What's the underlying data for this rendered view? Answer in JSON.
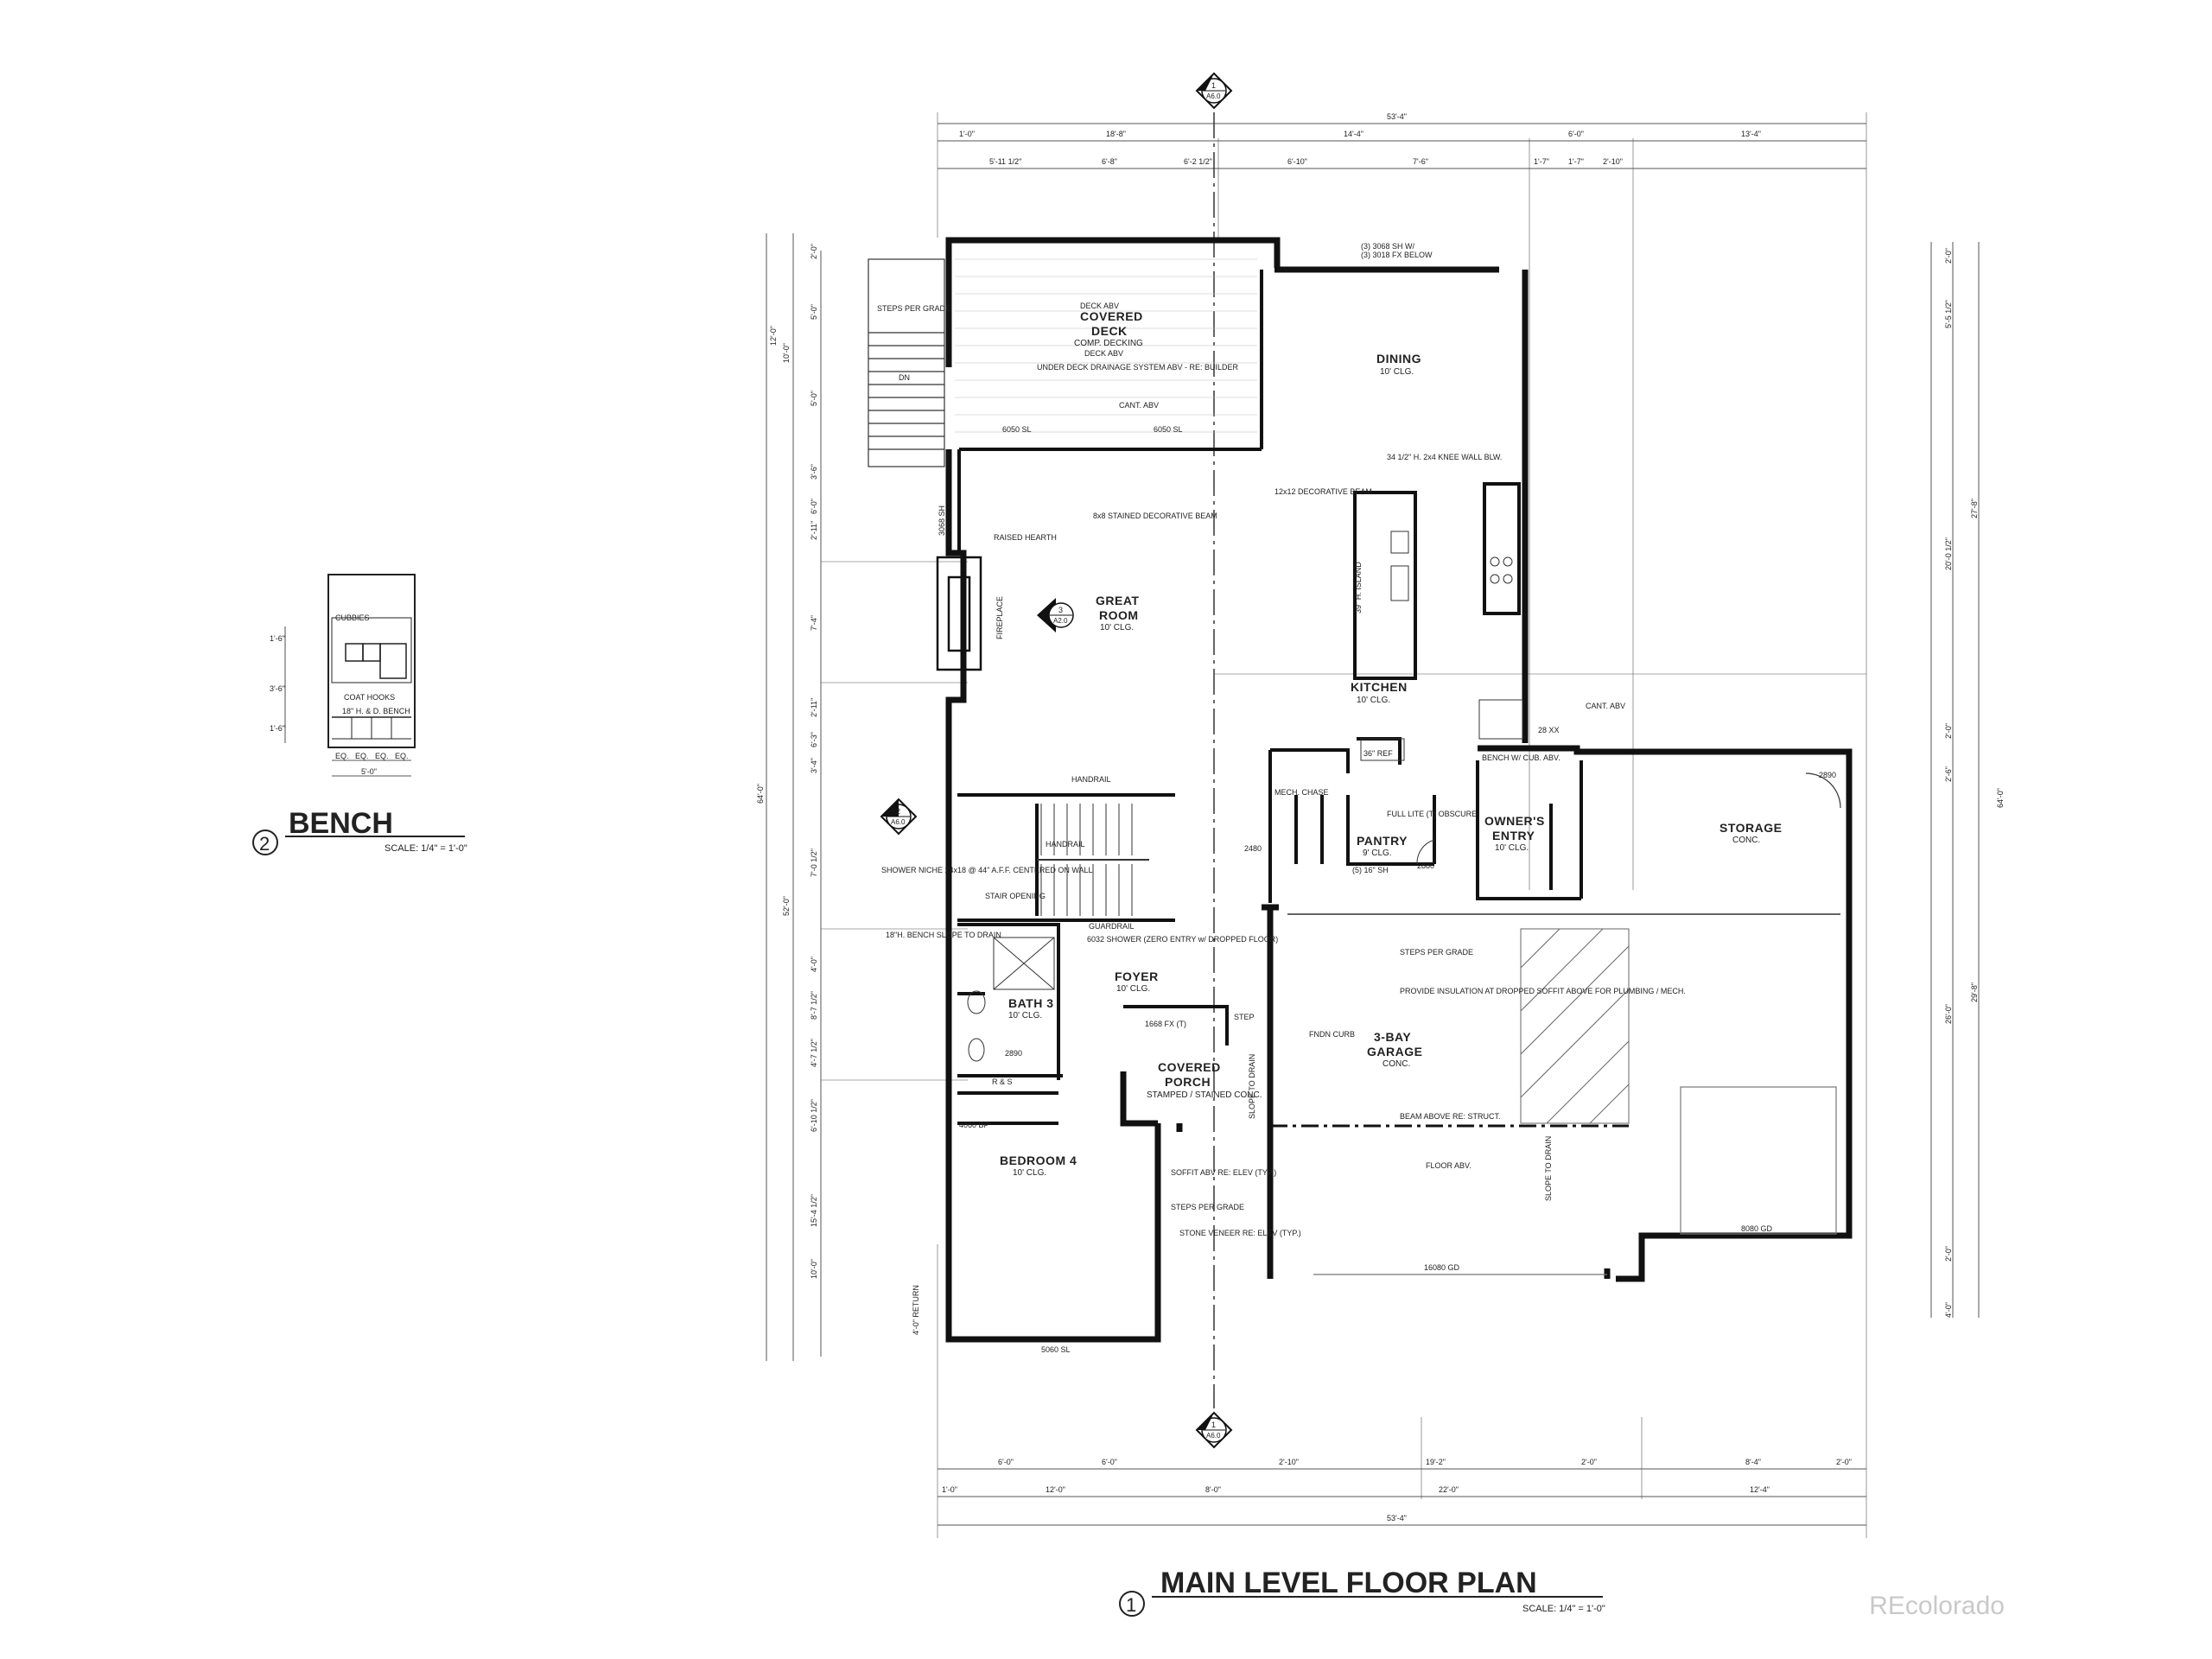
{
  "sheet": {
    "main_title": "MAIN LEVEL FLOOR PLAN",
    "main_number": "1",
    "main_scale": "SCALE: 1/4\" = 1'-0\"",
    "bench_title": "BENCH",
    "bench_number": "2",
    "bench_scale": "SCALE: 1/4\" = 1'-0\"",
    "watermark": "REcolorado"
  },
  "section_markers": [
    {
      "num": "1",
      "sheet": "A6.0"
    },
    {
      "num": "1",
      "sheet": "A6.0"
    },
    {
      "num": "2",
      "sheet": "A6.0"
    },
    {
      "num": "3",
      "sheet": "A2.0"
    }
  ],
  "bench_detail": {
    "labels": [
      "CUBBIES",
      "COAT HOOKS",
      "18\" H. & D. BENCH"
    ],
    "dims": [
      "1'-6\"",
      "3'-6\"",
      "1'-6\"",
      "EQ.",
      "EQ.",
      "EQ.",
      "EQ.",
      "5'-0\""
    ]
  },
  "rooms": [
    {
      "name": "COVERED",
      "name2": "DECK",
      "sub": "COMP. DECKING"
    },
    {
      "name": "DINING",
      "sub": "10' CLG."
    },
    {
      "name": "GREAT",
      "name2": "ROOM",
      "sub": "10' CLG."
    },
    {
      "name": "KITCHEN",
      "sub": "10' CLG."
    },
    {
      "name": "OWNER'S",
      "name2": "ENTRY",
      "sub": "10' CLG."
    },
    {
      "name": "STORAGE",
      "sub": "CONC."
    },
    {
      "name": "PANTRY",
      "sub": "9' CLG."
    },
    {
      "name": "FOYER",
      "sub": "10' CLG."
    },
    {
      "name": "BATH 3",
      "sub": "10' CLG."
    },
    {
      "name": "COVERED",
      "name2": "PORCH",
      "sub": "STAMPED / STAINED CONC."
    },
    {
      "name": "3-BAY",
      "name2": "GARAGE",
      "sub": "CONC."
    },
    {
      "name": "BEDROOM 4",
      "sub": "10' CLG."
    }
  ],
  "notes": [
    "DECK ABV",
    "DECK ABV",
    "UNDER DECK DRAINAGE SYSTEM ABV - RE: BUILDER",
    "CANT. ABV",
    "STEPS PER GRADE",
    "DN",
    "6050 SL",
    "6050 SL",
    "(3) 3068 SH W/",
    "(3) 3018 FX BELOW",
    "12x12 DECORATIVE BEAM",
    "34 1/2\" H. 2x4 KNEE WALL BLW.",
    "39\" H. ISLAND",
    "RAISED HEARTH",
    "FIREPLACE",
    "8x8 STAINED DECORATIVE BEAM",
    "HANDRAIL",
    "HANDRAIL",
    "GUARDRAIL",
    "STAIR OPENING",
    "SHOWER NICHE 24x18 @ 44\" A.F.F. CENTERED ON WALL",
    "18\"H. BENCH SLOPE TO DRAIN",
    "6032 SHOWER (ZERO ENTRY w/ DROPPED FLOOR)",
    "36\" REF",
    "MECH. CHASE",
    "FULL LITE (T) OBSCURE",
    "(5) 16\" SH",
    "CANT. ABV",
    "BENCH W/ CUB. ABV.",
    "STEPS PER GRADE",
    "PROVIDE INSULATION AT DROPPED SOFFIT ABOVE FOR PLUMBING / MECH.",
    "FNDN CURB",
    "BEAM ABOVE RE: STRUCT.",
    "FLOOR ABV.",
    "SLOPE TO DRAIN",
    "16080 GD",
    "8080 GD",
    "5060 SL",
    "4060 BP",
    "R & S",
    "SOFFIT ABV RE: ELEV (TYP.)",
    "STEPS PER GRADE",
    "STONE VENEER RE: ELEV (TYP.)",
    "1668 FX (T)",
    "STEP",
    "SLOPE TO DRAIN",
    "4'-0\" RETURN",
    "2890",
    "2890",
    "2480",
    "2880",
    "28 XX",
    "3068 SH"
  ],
  "dims_top": [
    "53'-4\"",
    "1'-0\"",
    "18'-8\"",
    "14'-4\"",
    "6'-0\"",
    "13'-4\"",
    "5'-11 1/2\"",
    "6'-8\"",
    "6'-2 1/2\"",
    "6'-10\"",
    "7'-6\"",
    "1'-7\"",
    "1'-7\"",
    "2'-10\""
  ],
  "dims_bottom": [
    "6'-0\"",
    "6'-0\"",
    "2'-10\"",
    "19'-2\"",
    "2'-0\"",
    "8'-4\"",
    "2'-0\"",
    "1'-0\"",
    "12'-0\"",
    "8'-0\"",
    "22'-0\"",
    "12'-4\"",
    "53'-4\""
  ],
  "dims_left": [
    "2'-0\"",
    "5'-0\"",
    "5'-0\"",
    "12'-0\"",
    "10'-0\"",
    "3'-6\"",
    "6'-0\"",
    "2'-11\"",
    "7'-4\"",
    "2'-11\"",
    "6'-3\"",
    "3'-4\"",
    "7'-0 1/2\"",
    "4'-0\"",
    "8'-7 1/2\"",
    "4'-7 1/2\"",
    "6'-10 1/2\"",
    "15'-4 1/2\"",
    "10'-0\"",
    "52'-0\"",
    "64'-0\""
  ],
  "dims_right": [
    "2'-0\"",
    "5'-5 1/2\"",
    "27'-8\"",
    "20'-0 1/2\"",
    "2'-0\"",
    "2'-6\"",
    "26'-0\"",
    "29'-8\"",
    "2'-0\"",
    "4'-0\"",
    "64'-0\""
  ]
}
